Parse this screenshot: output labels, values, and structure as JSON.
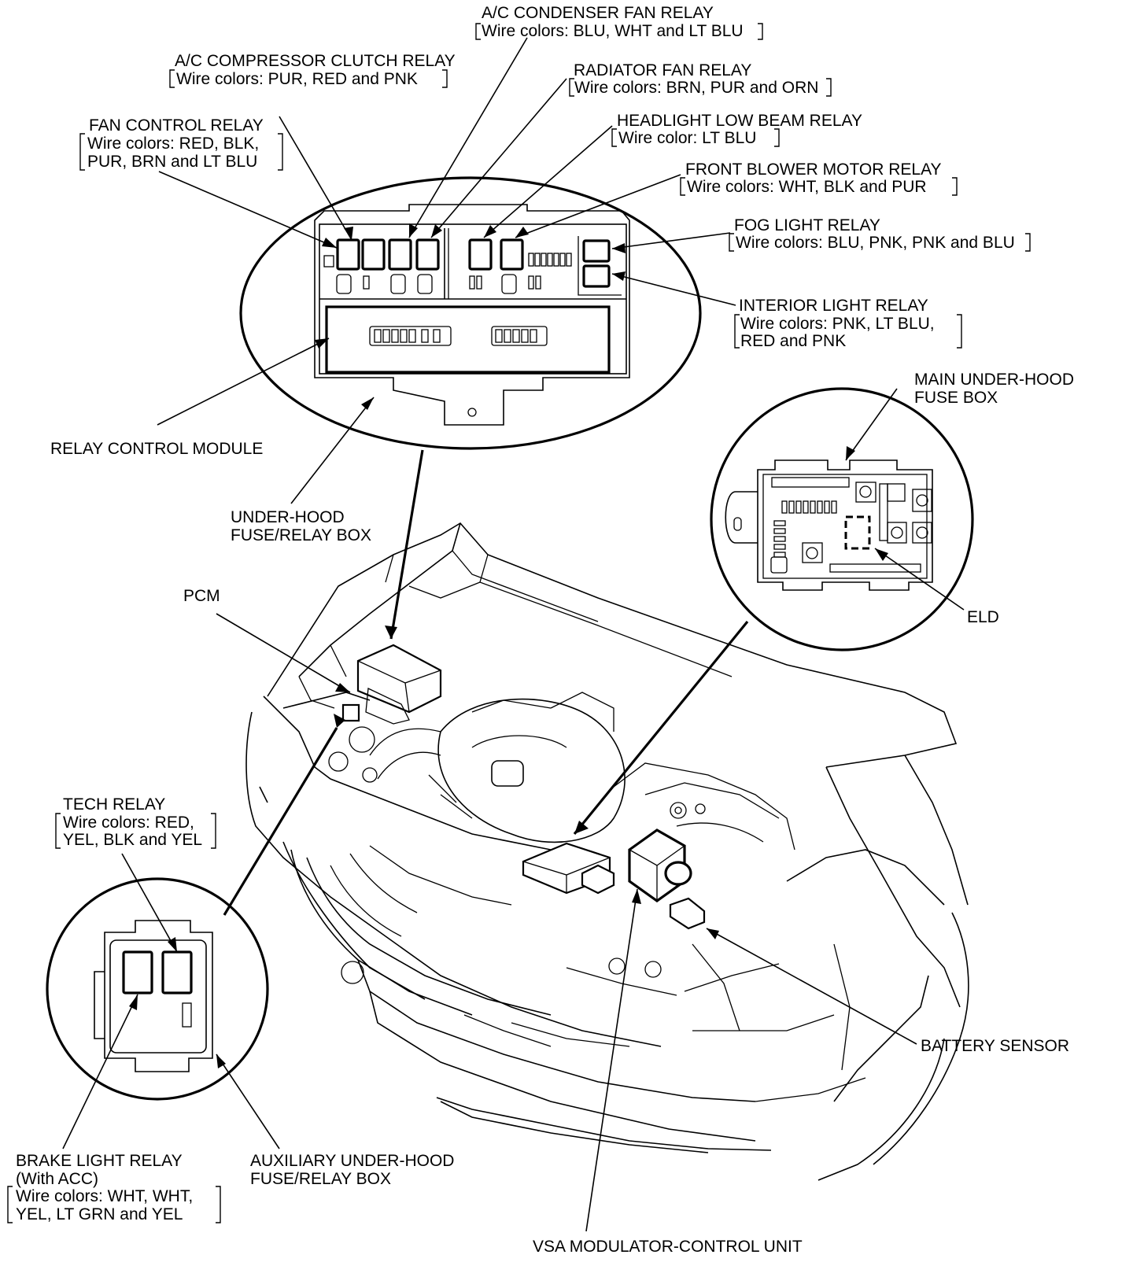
{
  "labels": {
    "ac_condenser": {
      "title": "A/C CONDENSER FAN RELAY",
      "wires": "Wire colors: BLU, WHT and LT BLU"
    },
    "ac_compressor": {
      "title": "A/C COMPRESSOR CLUTCH RELAY",
      "wires": "Wire colors: PUR, RED and PNK"
    },
    "radiator_fan": {
      "title": "RADIATOR FAN RELAY",
      "wires": "Wire colors: BRN, PUR and ORN"
    },
    "fan_control": {
      "title": "FAN CONTROL RELAY",
      "wires_1": "Wire colors: RED, BLK,",
      "wires_2": "PUR, BRN and LT BLU"
    },
    "headlight_low": {
      "title": "HEADLIGHT LOW BEAM RELAY",
      "wires": "Wire color: LT BLU"
    },
    "front_blower": {
      "title": "FRONT BLOWER MOTOR RELAY",
      "wires": "Wire colors: WHT, BLK and PUR"
    },
    "fog_light": {
      "title": "FOG LIGHT RELAY",
      "wires": "Wire colors: BLU, PNK, PNK and BLU"
    },
    "interior_light": {
      "title": "INTERIOR LIGHT RELAY",
      "wires_1": "Wire colors: PNK, LT BLU,",
      "wires_2": "RED and PNK"
    },
    "relay_control_module": "RELAY CONTROL MODULE",
    "main_fuse_box": {
      "line1": "MAIN UNDER-HOOD",
      "line2": "FUSE BOX"
    },
    "under_hood_box": {
      "line1": "UNDER-HOOD",
      "line2": "FUSE/RELAY BOX"
    },
    "pcm": "PCM",
    "eld": "ELD",
    "tech_relay": {
      "title": "TECH RELAY",
      "wires_1": "Wire colors: RED,",
      "wires_2": "YEL, BLK and YEL"
    },
    "battery_sensor": "BATTERY SENSOR",
    "brake_light": {
      "title": "BRAKE LIGHT RELAY",
      "sub": "(With ACC)",
      "wires_1": "Wire colors: WHT, WHT,",
      "wires_2": "YEL, LT GRN and YEL"
    },
    "aux_box": {
      "line1": "AUXILIARY UNDER-HOOD",
      "line2": "FUSE/RELAY BOX"
    },
    "vsa": "VSA MODULATOR-CONTROL UNIT"
  }
}
